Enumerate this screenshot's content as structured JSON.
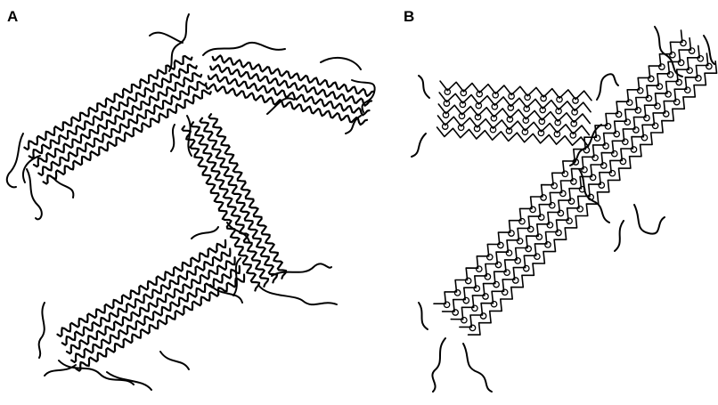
{
  "panels": [
    {
      "id": "A",
      "label": "A"
    },
    {
      "id": "B",
      "label": "B"
    }
  ],
  "colors": {
    "ink": "#000000",
    "background": "#ffffff"
  }
}
